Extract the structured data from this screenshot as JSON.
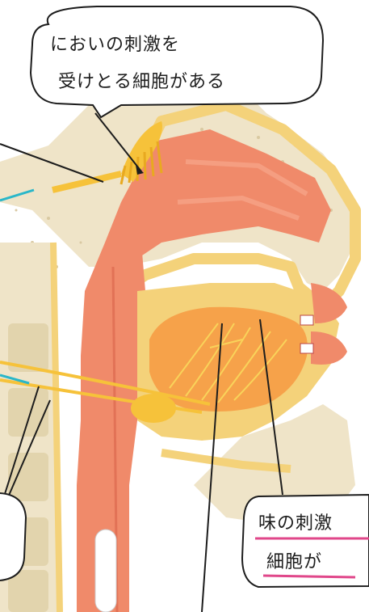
{
  "callouts": {
    "smell": {
      "line1": "においの刺激を",
      "line2": "受けとる細胞がある"
    },
    "taste": {
      "line1": "味の刺激",
      "line2": "細胞が"
    }
  },
  "colors": {
    "tissue": "#f08a6a",
    "tissue_dark": "#d9634a",
    "bone_yellow": "#f4d27a",
    "nerve_yellow": "#f6c23a",
    "speckle": "#e8dcc0",
    "tongue": "#f6a24a",
    "cyan_line": "#2ab7c9",
    "pink_underline": "#e0478a"
  }
}
